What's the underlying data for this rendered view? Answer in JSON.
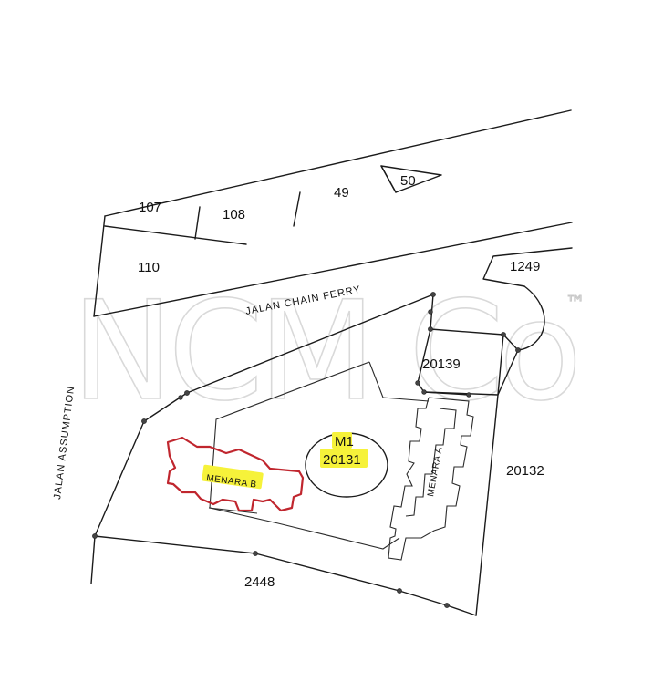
{
  "plan": {
    "streets": {
      "chain_ferry": "JALAN CHAIN FERRY",
      "assumption": "JALAN ASSUMPTION"
    },
    "lots": {
      "l107": "107",
      "l108": "108",
      "l49": "49",
      "l50": "50",
      "l110": "110",
      "l1249": "1249",
      "l20139": "20139",
      "l20132": "20132",
      "l2448": "2448"
    },
    "subject_lot": {
      "code": "M1",
      "number": "20131",
      "highlight_color": "#f6f23a"
    },
    "buildings": {
      "a": "MENARA A",
      "b": "MENARA B",
      "b_outline_color": "#c0262e"
    },
    "watermark": {
      "text": "NCM Co",
      "mark": "™"
    }
  }
}
